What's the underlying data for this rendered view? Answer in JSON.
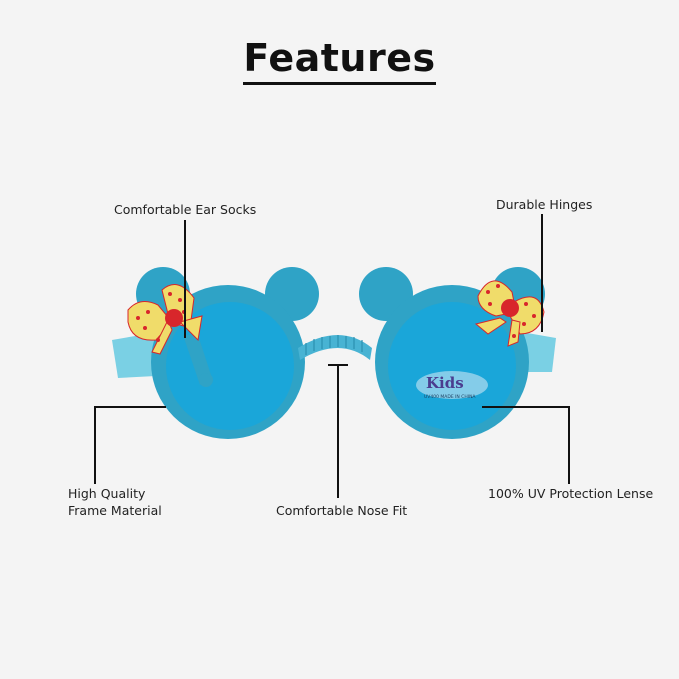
{
  "title": "Features",
  "features": {
    "ear_socks": "Comfortable Ear Socks",
    "hinges": "Durable Hinges",
    "frame_line1": "High Quality",
    "frame_line2": "Frame Material",
    "nose_fit": "Comfortable Nose Fit",
    "uv_lense": "100% UV Protection Lense"
  },
  "lens_print": {
    "brand": "Kids",
    "sub": "UV400 MADE IN CHINA"
  },
  "colors": {
    "frame": "#2fa3c6",
    "lens": "#18a9e0",
    "bow": "#f0dc6a",
    "dots": "#d8262b"
  }
}
